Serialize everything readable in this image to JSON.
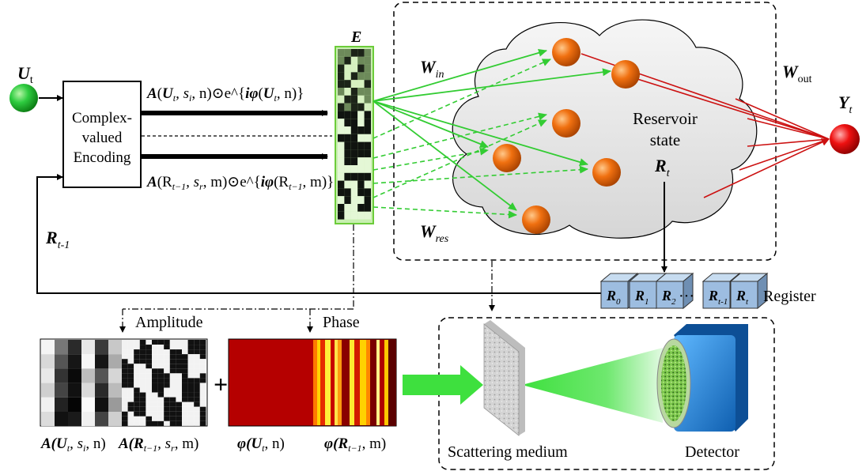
{
  "input": {
    "symbol": "U",
    "subscript": "t"
  },
  "output": {
    "symbol": "Y",
    "subscript": "t"
  },
  "encoder": {
    "line1": "Complex-",
    "line2": "valued",
    "line3": "Encoding"
  },
  "encoding_matrix": {
    "label": "E"
  },
  "formulas": {
    "top": {
      "A": "A",
      "open": "(",
      "U": "U",
      "t": "t",
      "mid": ", s",
      "i": "i",
      "end": ", n)⊙e^{",
      "iphi": "iφ",
      "paren": "(",
      "U2": "U",
      "t2": "t",
      "tail": ", n)}"
    },
    "bottom": {
      "A": "A",
      "open": "(R",
      "sub": "t−1",
      "mid": ", s",
      "r": "r",
      "end": ", m)⊙e^{",
      "iphi": "iφ",
      "open2": "(R",
      "sub2": "t−1",
      "tail": ", m)}"
    }
  },
  "weights": {
    "in": {
      "symbol": "W",
      "subscript": "in"
    },
    "res": {
      "symbol": "W",
      "subscript": "res"
    },
    "out": {
      "symbol": "W",
      "subscript": "out"
    }
  },
  "reservoir": {
    "line1": "Reservoir",
    "line2": "state",
    "symbol": "R",
    "subscript": "t"
  },
  "feedback": {
    "symbol": "R",
    "subscript": "t-1"
  },
  "register": {
    "label": "Register",
    "dots": "···",
    "cells": [
      {
        "symbol": "R",
        "subscript": "0"
      },
      {
        "symbol": "R",
        "subscript": "1"
      },
      {
        "symbol": "R",
        "subscript": "2"
      },
      {
        "symbol": "R",
        "subscript": "t-1"
      },
      {
        "symbol": "R",
        "subscript": "t"
      }
    ]
  },
  "amplitude": {
    "label": "Amplitude",
    "caption_left": {
      "pre": "A(U",
      "sub1": "t",
      "mid": ", s",
      "sub2": "i",
      "post": ", n)"
    },
    "caption_right": {
      "pre": "A(R",
      "sub1": "t−1",
      "mid": ", s",
      "sub2": "r",
      "post": ", m)"
    }
  },
  "phase": {
    "label": "Phase",
    "caption_left": {
      "pre": "φ(U",
      "sub1": "t",
      "post": ", n)"
    },
    "caption_right": {
      "pre": "φ(R",
      "sub1": "t−1",
      "post": ", m)"
    }
  },
  "plus": "+",
  "hardware": {
    "medium": "Scattering medium",
    "detector": "Detector"
  },
  "colors": {
    "input_node": "#22c33a",
    "output_node": "#e01010",
    "reservoir_node": "#f07010",
    "in_weights": "#33cc33",
    "out_weights": "#cc1111",
    "register_cell": "#9dbde0",
    "phase_base": "#b50000",
    "detector": "#1e90e0",
    "beam": "#3ee03e"
  }
}
